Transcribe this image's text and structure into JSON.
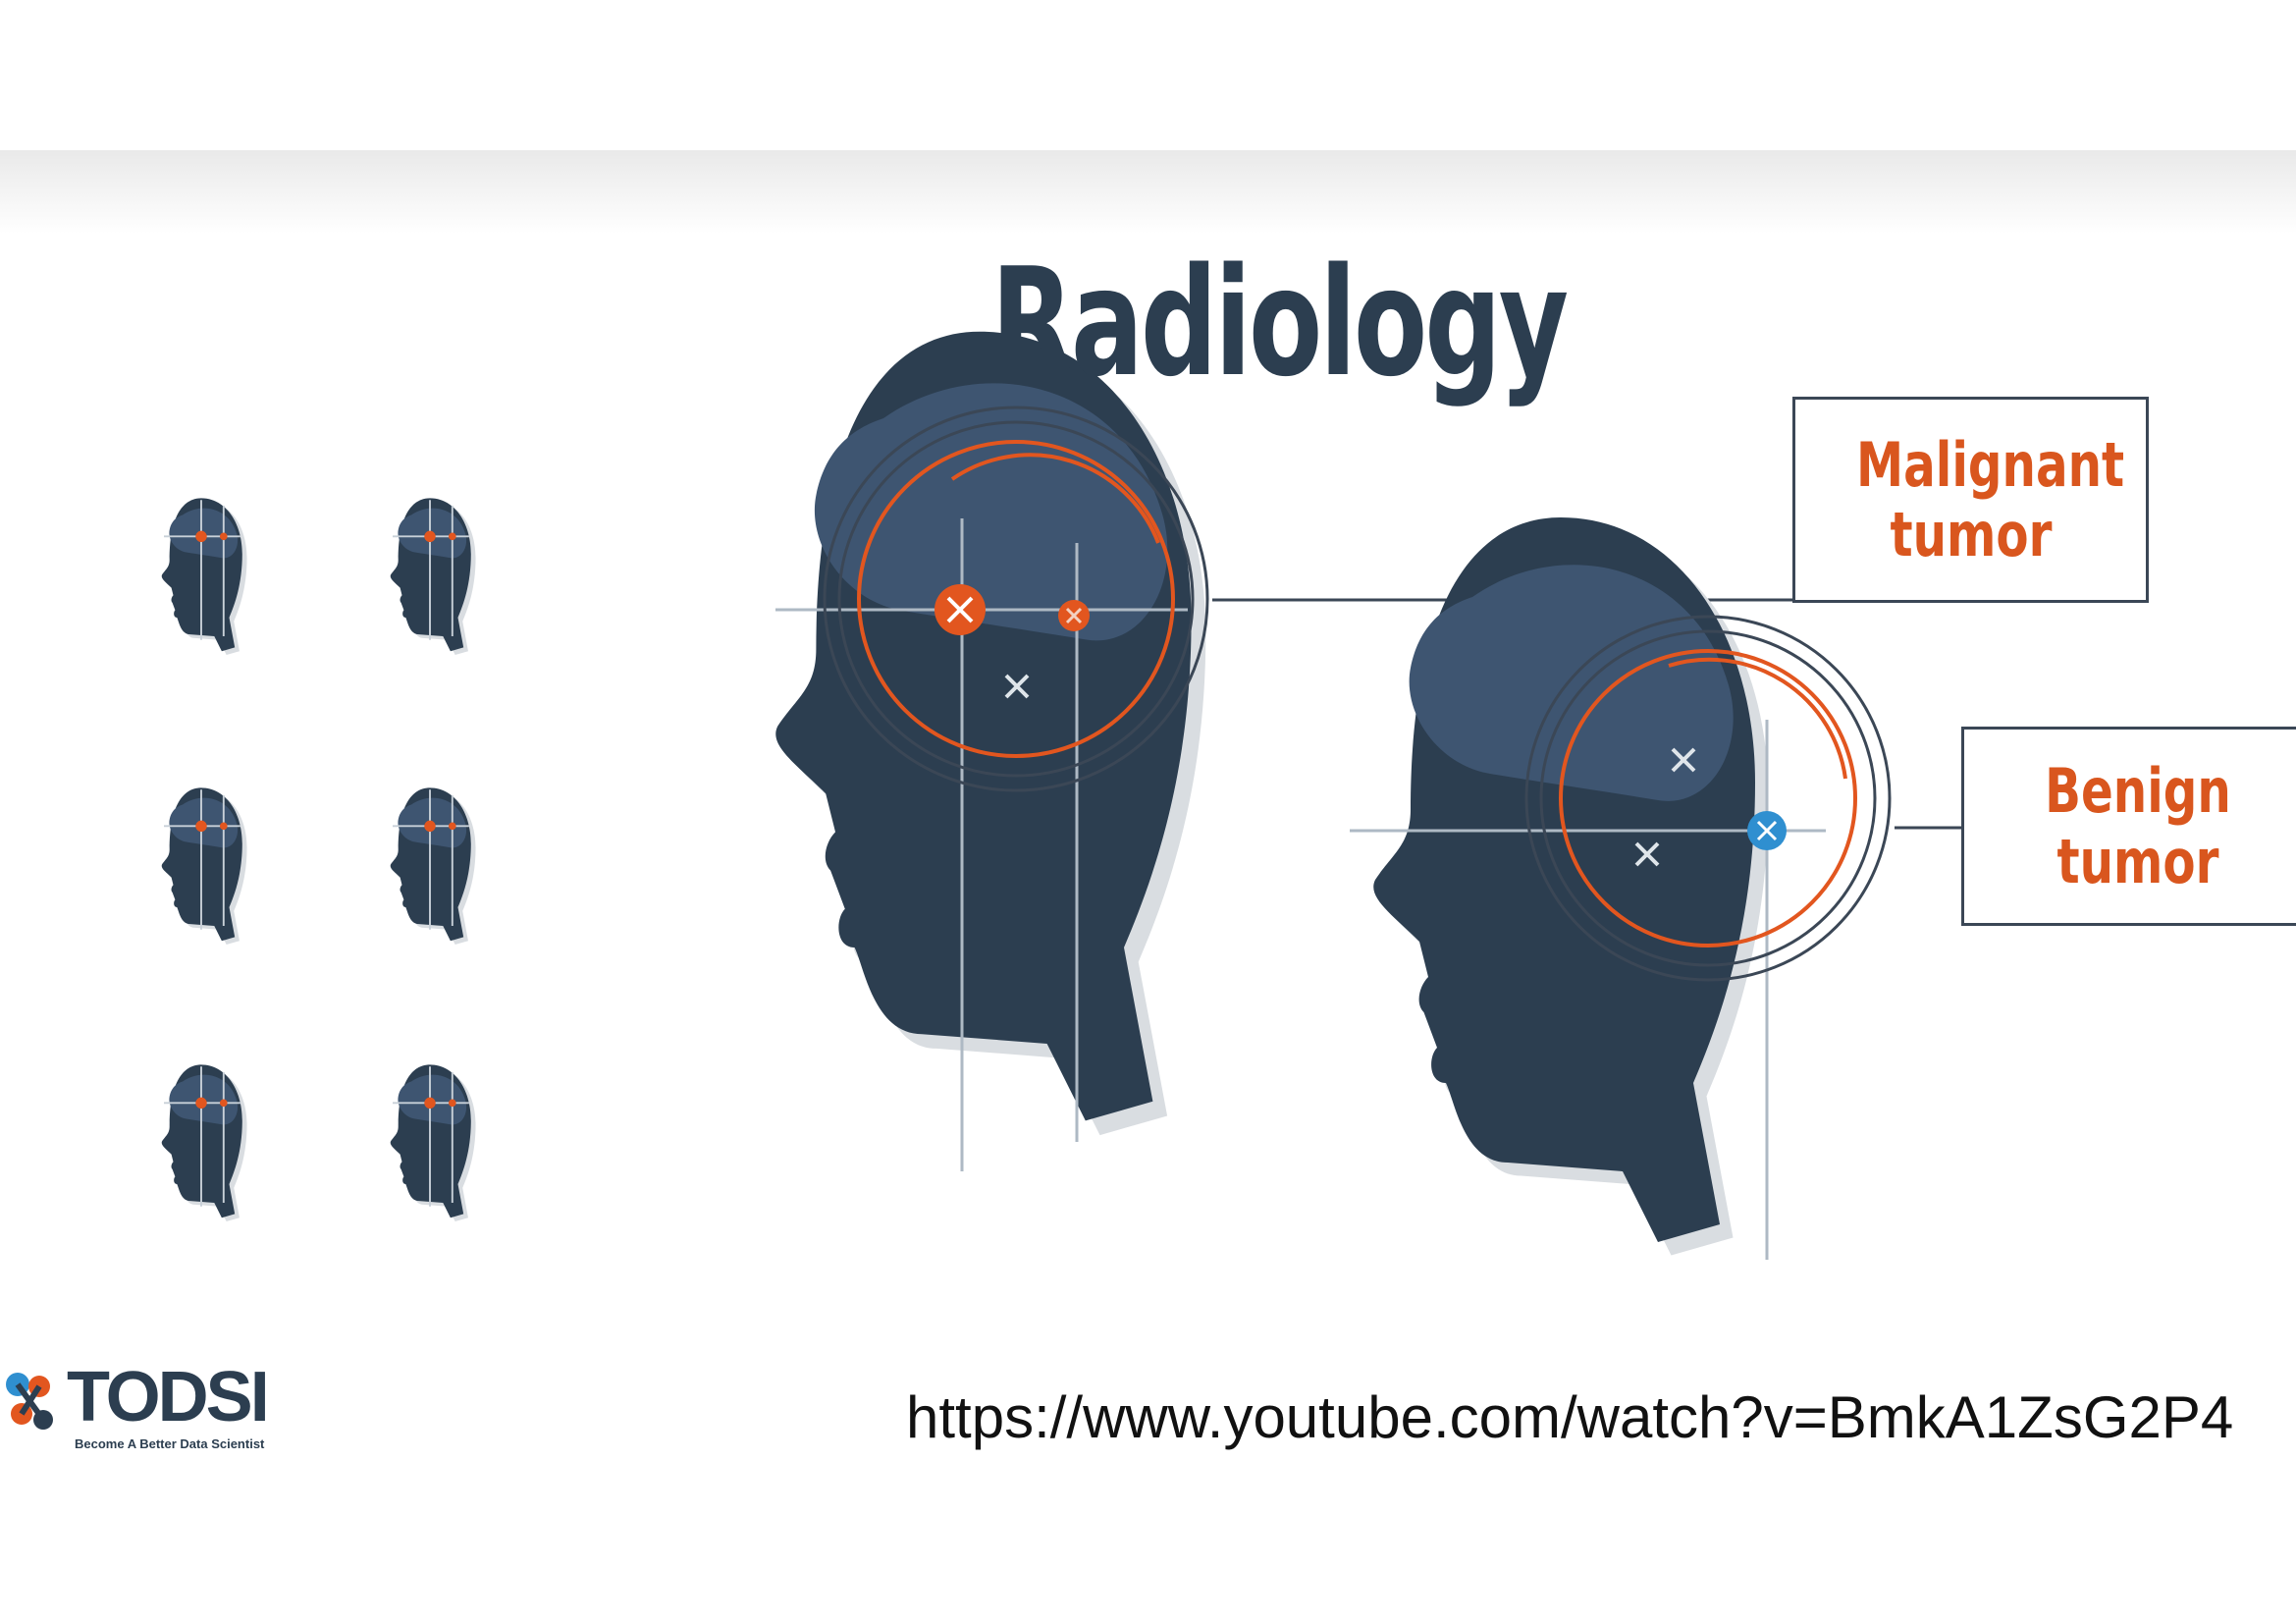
{
  "slide": {
    "title": "Radiology",
    "labels": {
      "malignant": "Malignant tumor",
      "benign": "Benign tumor"
    },
    "logo": {
      "word": "TODSI",
      "tagline": "Become A Better Data Scientist"
    },
    "url": "https://www.youtube.com/watch?v=BmkA1ZsG2P4"
  },
  "colors": {
    "head": "#2c3e50",
    "brain": "#3e5571",
    "tumor_malignant": "#e2561f",
    "tumor_benign": "#2f8fd0",
    "ring": "#e2561f",
    "text_dark": "#2c3e50"
  }
}
